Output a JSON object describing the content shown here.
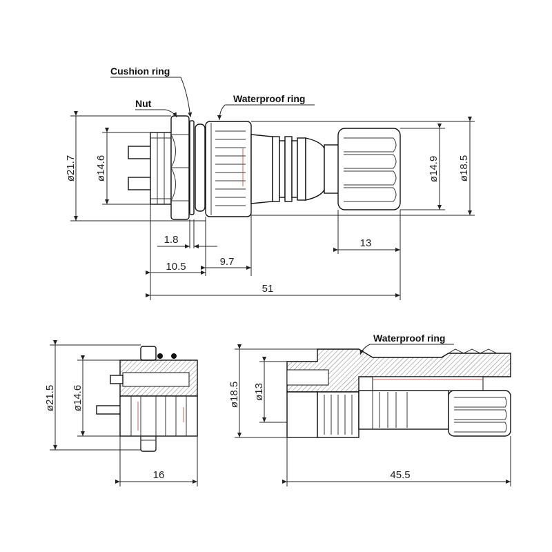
{
  "top_view": {
    "labels": {
      "cushion_ring": "Cushion ring",
      "nut": "Nut",
      "waterproof_ring": "Waterproof ring"
    },
    "dimensions": {
      "d_left_outer": "ø21.7",
      "d_left_inner": "ø14.6",
      "d_right_inner": "ø14.9",
      "d_right_outer": "ø18.5",
      "len_1_8": "1.8",
      "len_10_5": "10.5",
      "len_9_7": "9.7",
      "len_13": "13",
      "len_51": "51"
    }
  },
  "bottom_left_view": {
    "dimensions": {
      "d_outer": "ø21.5",
      "d_inner": "ø14.6",
      "len_16": "16"
    }
  },
  "bottom_right_view": {
    "labels": {
      "waterproof_ring": "Waterproof ring"
    },
    "dimensions": {
      "d_outer": "ø18.5",
      "d_inner": "ø13",
      "len_45_5": "45.5"
    }
  }
}
